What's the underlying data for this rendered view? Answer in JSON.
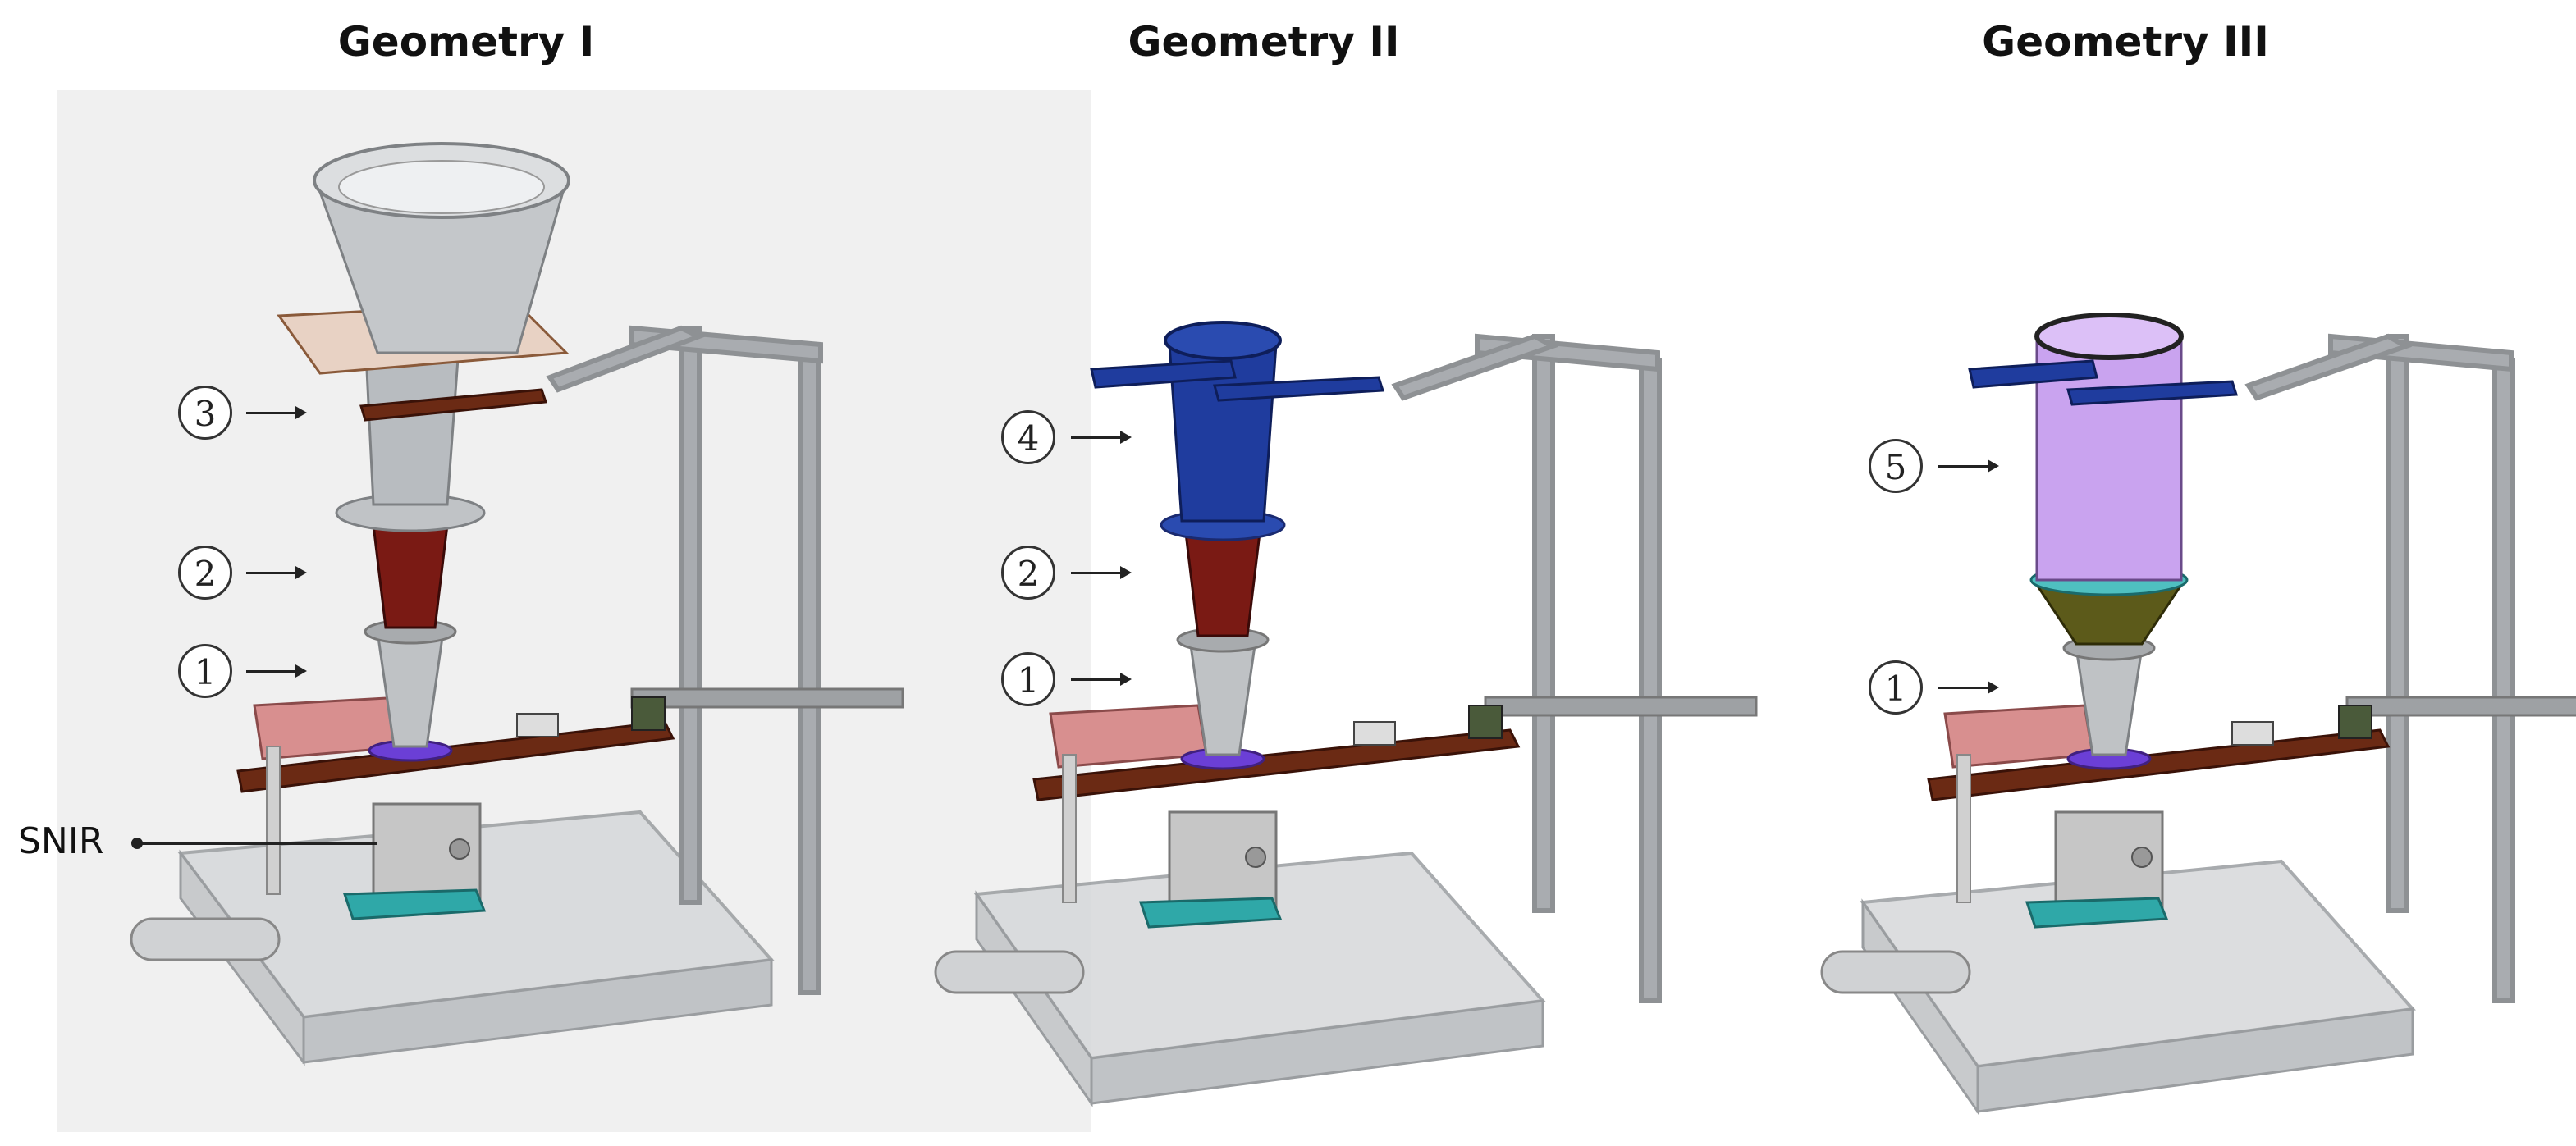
{
  "titles": {
    "geometry_1": "Geometry I",
    "geometry_2": "Geometry II",
    "geometry_3": "Geometry III"
  },
  "callouts": {
    "g1": [
      "3",
      "2",
      "1"
    ],
    "g2": [
      "4",
      "2",
      "1"
    ],
    "g3": [
      "5",
      "1"
    ]
  },
  "sensor_label": "SNIR",
  "colors": {
    "panel1_bg": "#f0f0f0",
    "frame": "#a9acb0",
    "grey_part": "#b8bcc0",
    "red_cone": "#7a1a14",
    "blue_part": "#1f3c9e",
    "purple_part": "#c9a3ef",
    "olive_cone": "#5c5a1a",
    "teal_block": "#2fa8a8",
    "pink_plate": "#d88f8f",
    "brown_bar": "#6b2a14",
    "copper_plate": "#b5784e"
  }
}
